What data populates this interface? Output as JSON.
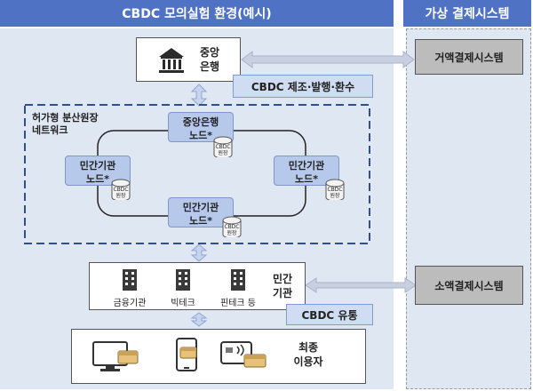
{
  "headers": {
    "main": "CBDC 모의실험 환경(예시)",
    "side": "가상 결제시스템"
  },
  "central_bank": {
    "line1": "중앙",
    "line2": "은행"
  },
  "tags": {
    "issuance": "CBDC 제조·발행·환수",
    "circulation": "CBDC 유통"
  },
  "network": {
    "label_line1": "허가형 분산원장",
    "label_line2": "네트워크",
    "nodes": [
      {
        "line1": "중앙은행",
        "line2": "노드*"
      },
      {
        "line1": "민간기관",
        "line2": "노드*"
      },
      {
        "line1": "민간기관",
        "line2": "노드*"
      },
      {
        "line1": "민간기관",
        "line2": "노드*"
      }
    ],
    "ledger_top": "CBDC",
    "ledger_bottom": "원장"
  },
  "institutions": {
    "items": [
      "금융기관",
      "빅테크",
      "핀테크 등"
    ],
    "label_line1": "민간",
    "label_line2": "기관"
  },
  "end_users": {
    "line1": "최종",
    "line2": "이용자"
  },
  "side_systems": {
    "large": "거액결제시스템",
    "small": "소액결제시스템"
  },
  "colors": {
    "header_blue": "#4f72c4",
    "panel_bg": "#dfe7f3",
    "node_fill": "#b7c9ea",
    "side_box": "#bcbcbc",
    "arrow": "#b9cbe6"
  }
}
